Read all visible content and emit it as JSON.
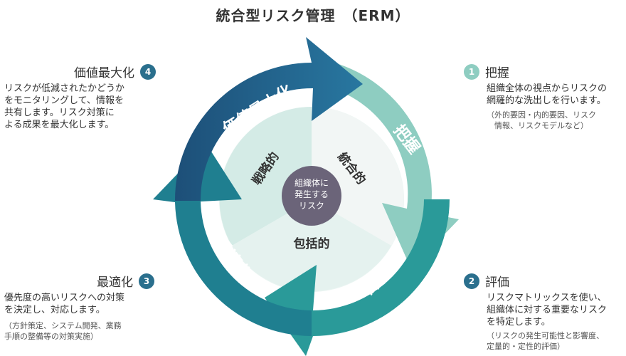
{
  "title": "統合型リスク管理　（ERM）",
  "center_label": [
    "組織体に",
    "発生する",
    "リスク"
  ],
  "inner_labels": {
    "integrated": "統合的",
    "strategic": "戦略的",
    "comprehensive": "包括的"
  },
  "arrow_labels": {
    "grasp": "把握",
    "evaluate": "評価",
    "optimize": "最適化",
    "maximize": "価値最大化"
  },
  "steps": [
    {
      "number": "1",
      "title": "把握",
      "description": "組織全体の視点からリスクの\n網羅的な洗出しを行います。",
      "note": "（外的要因・内的要因、リスク\n　情報、リスクモデルなど）"
    },
    {
      "number": "2",
      "title": "評価",
      "description": "リスクマトリックスを使い、\n組織体に対する重要なリスク\nを特定します。",
      "note": "（リスクの発生可能性と影響度、\n定量的・定性的評価）"
    },
    {
      "number": "3",
      "title": "最適化",
      "description": "優先度の高いリスクへの対策\nを決定し、対応します。",
      "note": "（方針策定、システム開発、業務\n手順の整備等の対策実施）"
    },
    {
      "number": "4",
      "title": "価値最大化",
      "description": "リスクが低減されたかどうか\nをモニタリングして、情報を\n共有します。リスク対策に\nよる成果を最大化します。",
      "note": ""
    }
  ],
  "colors": {
    "grasp": "#8ecdc1",
    "evaluate": "#2a9a99",
    "optimize": "#1f7f90",
    "maximize": "#1d6186",
    "center": "#6b6479",
    "badge_light": "#8ecdc1",
    "badge_dark": "#2a6f8d"
  }
}
